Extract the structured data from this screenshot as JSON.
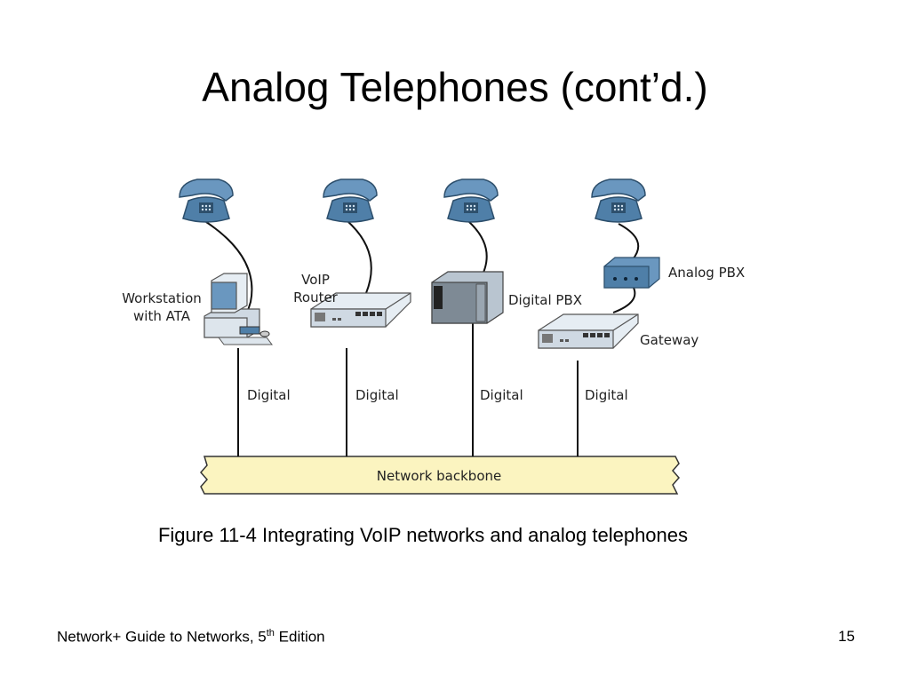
{
  "slide": {
    "title": "Analog Telephones (cont’d.)",
    "caption": "Figure 11-4 Integrating VoIP networks and analog telephones",
    "footer": {
      "book_title_prefix": "Network+ Guide to Networks, 5",
      "edition_sup": "th",
      "edition_suffix": " Edition",
      "page_number": "15"
    }
  },
  "diagram": {
    "workstation_label_line1": "Workstation",
    "workstation_label_line2": "with ATA",
    "voip_router_label_line1": "VoIP",
    "voip_router_label_line2": "Router",
    "digital_pbx_label": "Digital PBX",
    "analog_pbx_label": "Analog PBX",
    "gateway_label": "Gateway",
    "link_labels": [
      "Digital",
      "Digital",
      "Digital",
      "Digital"
    ],
    "backbone_label": "Network backbone",
    "colors": {
      "phone": "#4f7fa8",
      "device": "#cfd9e3",
      "backbone": "#fbf4c0"
    }
  }
}
